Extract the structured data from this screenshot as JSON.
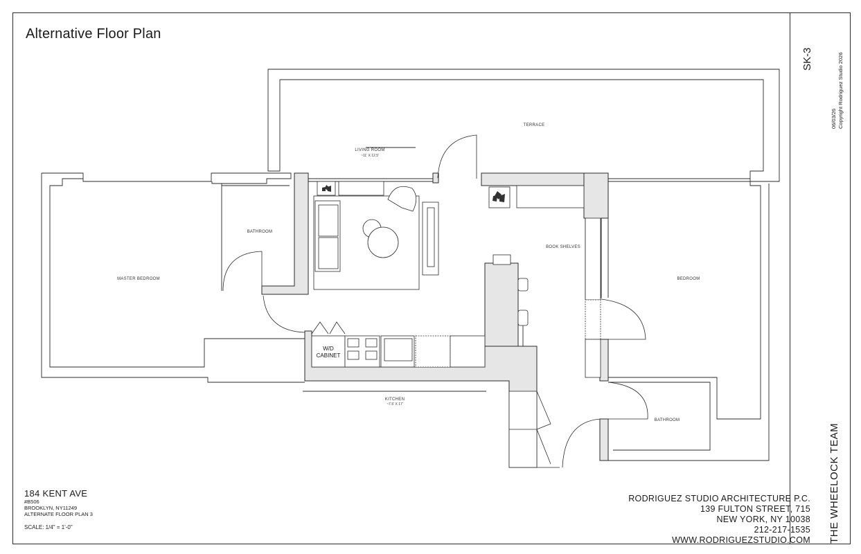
{
  "title": "Alternative Floor Plan",
  "sheet_number": "SK-3",
  "date": "06/03/26",
  "copyright": "Copyright Rodriguez Studio 2026",
  "team": "THE WHEELOCK TEAM",
  "project": {
    "address": "184 KENT AVE",
    "unit": "#B506",
    "city": "BROOKLYN, NY11249",
    "drawing": "ALTERNATE FLOOR PLAN 3",
    "scale": "SCALE: 1/4\" = 1'-0\""
  },
  "firm": {
    "name": "RODRIGUEZ STUDIO ARCHITECTURE P.C.",
    "street": "139 FULTON STREET, 715",
    "city": "NEW YORK, NY 10038",
    "phone": "212-217-1535",
    "web": "WWW.RODRIGUEZSTUDIO.COM"
  },
  "rooms": {
    "terrace": "TERRACE",
    "living_room": "LIVING ROOM",
    "living_room_dim": "~11' X 12.5'",
    "bathroom_left": "BATHROOM",
    "master_bedroom": "MASTER BEDROOM",
    "book_shelves": "BOOK SHELVES",
    "bedroom": "BEDROOM",
    "kitchen": "KITCHEN",
    "kitchen_dim": "~7.5' X 17'",
    "bathroom_right": "BATHROOM"
  },
  "fixtures": {
    "wd_line1": "W/D",
    "wd_line2": "CABINET"
  },
  "colors": {
    "wall_fill": "#e6e6e6",
    "line": "#2a2a2a"
  }
}
